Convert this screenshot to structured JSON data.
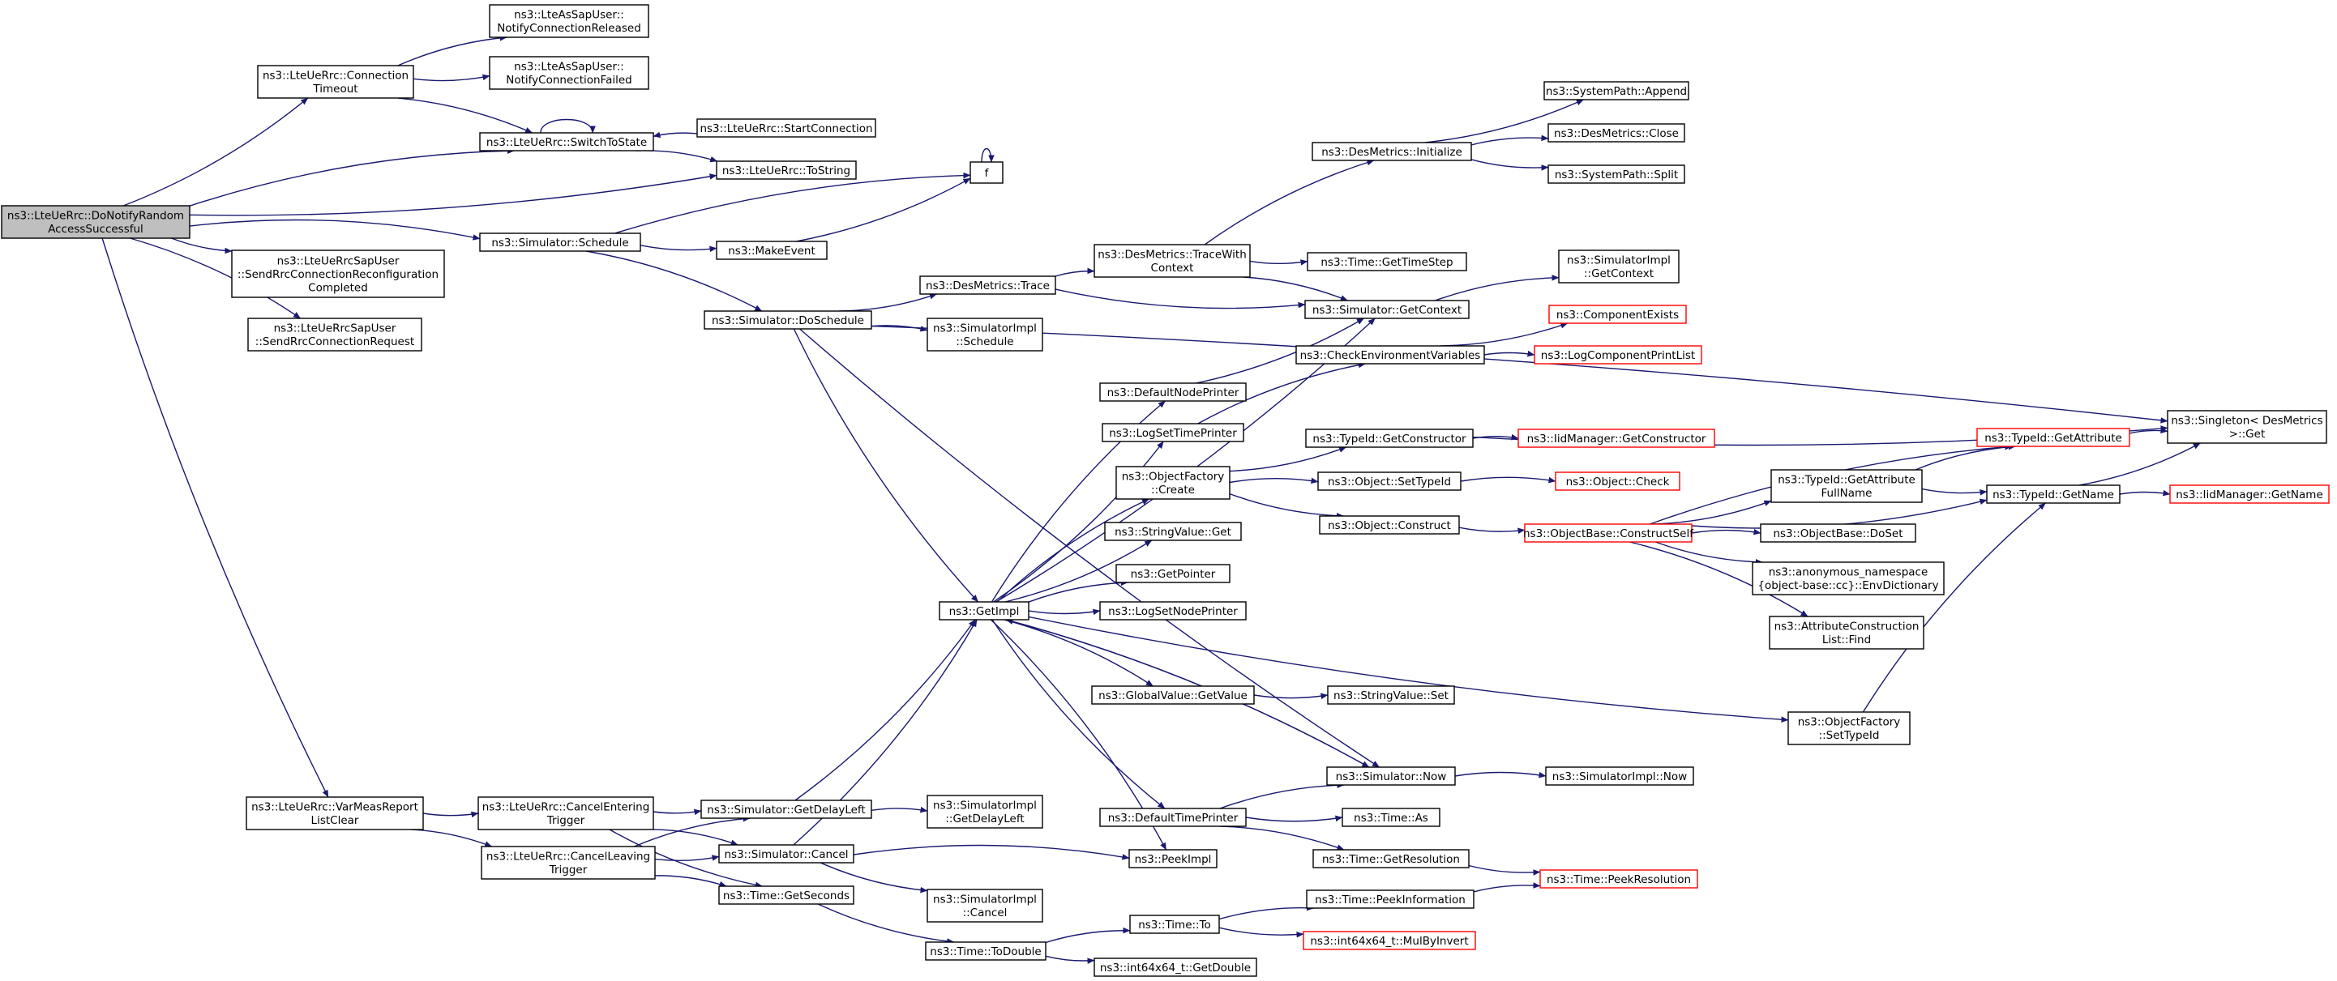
{
  "graph": {
    "colors": {
      "edge": "#191970",
      "root_fill": "#bfbfbf",
      "node_fill": "#ffffff",
      "node_border": "#000000",
      "incomplete_border": "#ff0000"
    },
    "nodes": [
      {
        "id": "root",
        "lines": [
          "ns3::LteUeRrc::DoNotifyRandom",
          "AccessSuccessful"
        ],
        "style": "root"
      },
      {
        "id": "conn_timeout",
        "lines": [
          "ns3::LteUeRrc::Connection",
          "Timeout"
        ]
      },
      {
        "id": "asap_released",
        "lines": [
          "ns3::LteAsSapUser::",
          "NotifyConnectionReleased"
        ]
      },
      {
        "id": "asap_failed",
        "lines": [
          "ns3::LteAsSapUser::",
          "NotifyConnectionFailed"
        ]
      },
      {
        "id": "switch_state",
        "lines": [
          "ns3::LteUeRrc::SwitchToState"
        ]
      },
      {
        "id": "start_conn",
        "lines": [
          "ns3::LteUeRrc::StartConnection"
        ]
      },
      {
        "id": "to_string",
        "lines": [
          "ns3::LteUeRrc::ToString"
        ]
      },
      {
        "id": "f",
        "lines": [
          "f"
        ]
      },
      {
        "id": "sim_schedule",
        "lines": [
          "ns3::Simulator::Schedule"
        ]
      },
      {
        "id": "make_event",
        "lines": [
          "ns3::MakeEvent"
        ]
      },
      {
        "id": "reconf_completed",
        "lines": [
          "ns3::LteUeRrcSapUser",
          "::SendRrcConnectionReconfiguration",
          "Completed"
        ]
      },
      {
        "id": "conn_request",
        "lines": [
          "ns3::LteUeRrcSapUser",
          "::SendRrcConnectionRequest"
        ]
      },
      {
        "id": "do_schedule",
        "lines": [
          "ns3::Simulator::DoSchedule"
        ]
      },
      {
        "id": "dm_trace",
        "lines": [
          "ns3::DesMetrics::Trace"
        ]
      },
      {
        "id": "simimpl_schedule",
        "lines": [
          "ns3::SimulatorImpl",
          "::Schedule"
        ]
      },
      {
        "id": "dm_tracewith",
        "lines": [
          "ns3::DesMetrics::TraceWith",
          "Context"
        ]
      },
      {
        "id": "dm_initialize",
        "lines": [
          "ns3::DesMetrics::Initialize"
        ]
      },
      {
        "id": "sp_append",
        "lines": [
          "ns3::SystemPath::Append"
        ]
      },
      {
        "id": "dm_close",
        "lines": [
          "ns3::DesMetrics::Close"
        ]
      },
      {
        "id": "sp_split",
        "lines": [
          "ns3::SystemPath::Split"
        ]
      },
      {
        "id": "time_gettimestep",
        "lines": [
          "ns3::Time::GetTimeStep"
        ]
      },
      {
        "id": "sim_getcontext",
        "lines": [
          "ns3::Simulator::GetContext"
        ]
      },
      {
        "id": "simimpl_getcontext",
        "lines": [
          "ns3::SimulatorImpl",
          "::GetContext"
        ]
      },
      {
        "id": "comp_exists",
        "lines": [
          "ns3::ComponentExists"
        ],
        "style": "red"
      },
      {
        "id": "check_env",
        "lines": [
          "ns3::CheckEnvironmentVariables"
        ]
      },
      {
        "id": "log_comp_print",
        "lines": [
          "ns3::LogComponentPrintList"
        ],
        "style": "red"
      },
      {
        "id": "default_node_printer",
        "lines": [
          "ns3::DefaultNodePrinter"
        ]
      },
      {
        "id": "log_set_time_printer",
        "lines": [
          "ns3::LogSetTimePrinter"
        ]
      },
      {
        "id": "typeid_getctor",
        "lines": [
          "ns3::TypeId::GetConstructor"
        ]
      },
      {
        "id": "iid_getctor",
        "lines": [
          "ns3::IidManager::GetConstructor"
        ],
        "style": "red"
      },
      {
        "id": "singleton_get",
        "lines": [
          "ns3::Singleton< DesMetrics",
          ">::Get"
        ]
      },
      {
        "id": "typeid_getattr",
        "lines": [
          "ns3::TypeId::GetAttribute"
        ],
        "style": "red"
      },
      {
        "id": "objfactory_create",
        "lines": [
          "ns3::ObjectFactory",
          "::Create"
        ]
      },
      {
        "id": "obj_settypeid",
        "lines": [
          "ns3::Object::SetTypeId"
        ]
      },
      {
        "id": "obj_check",
        "lines": [
          "ns3::Object::Check"
        ],
        "style": "red"
      },
      {
        "id": "typeid_getattrfull",
        "lines": [
          "ns3::TypeId::GetAttribute",
          "FullName"
        ]
      },
      {
        "id": "typeid_getname",
        "lines": [
          "ns3::TypeId::GetName"
        ]
      },
      {
        "id": "iid_getname",
        "lines": [
          "ns3::IidManager::GetName"
        ],
        "style": "red"
      },
      {
        "id": "obj_construct",
        "lines": [
          "ns3::Object::Construct"
        ]
      },
      {
        "id": "objbase_constructself",
        "lines": [
          "ns3::ObjectBase::ConstructSelf"
        ],
        "style": "red"
      },
      {
        "id": "objbase_doset",
        "lines": [
          "ns3::ObjectBase::DoSet"
        ]
      },
      {
        "id": "stringvalue_get",
        "lines": [
          "ns3::StringValue::Get"
        ]
      },
      {
        "id": "anon_envdict",
        "lines": [
          "ns3::anonymous_namespace",
          "{object-base::cc}::EnvDictionary"
        ]
      },
      {
        "id": "get_pointer",
        "lines": [
          "ns3::GetPointer"
        ]
      },
      {
        "id": "get_impl",
        "lines": [
          "ns3::GetImpl"
        ]
      },
      {
        "id": "log_set_node_printer",
        "lines": [
          "ns3::LogSetNodePrinter"
        ]
      },
      {
        "id": "attr_construction_find",
        "lines": [
          "ns3::AttributeConstruction",
          "List::Find"
        ]
      },
      {
        "id": "globalvalue_getvalue",
        "lines": [
          "ns3::GlobalValue::GetValue"
        ]
      },
      {
        "id": "stringvalue_set",
        "lines": [
          "ns3::StringValue::Set"
        ]
      },
      {
        "id": "objfactory_settypeid",
        "lines": [
          "ns3::ObjectFactory",
          "::SetTypeId"
        ]
      },
      {
        "id": "sim_now",
        "lines": [
          "ns3::Simulator::Now"
        ]
      },
      {
        "id": "simimpl_now",
        "lines": [
          "ns3::SimulatorImpl::Now"
        ]
      },
      {
        "id": "varmeas_clear",
        "lines": [
          "ns3::LteUeRrc::VarMeasReport",
          "ListClear"
        ]
      },
      {
        "id": "cancel_entering",
        "lines": [
          "ns3::LteUeRrc::CancelEntering",
          "Trigger"
        ]
      },
      {
        "id": "sim_getdelayleft",
        "lines": [
          "ns3::Simulator::GetDelayLeft"
        ]
      },
      {
        "id": "simimpl_getdelayleft",
        "lines": [
          "ns3::SimulatorImpl",
          "::GetDelayLeft"
        ]
      },
      {
        "id": "default_time_printer",
        "lines": [
          "ns3::DefaultTimePrinter"
        ]
      },
      {
        "id": "time_as",
        "lines": [
          "ns3::Time::As"
        ]
      },
      {
        "id": "cancel_leaving",
        "lines": [
          "ns3::LteUeRrc::CancelLeaving",
          "Trigger"
        ]
      },
      {
        "id": "sim_cancel",
        "lines": [
          "ns3::Simulator::Cancel"
        ]
      },
      {
        "id": "peek_impl",
        "lines": [
          "ns3::PeekImpl"
        ]
      },
      {
        "id": "time_getresolution",
        "lines": [
          "ns3::Time::GetResolution"
        ]
      },
      {
        "id": "time_peekresolution",
        "lines": [
          "ns3::Time::PeekResolution"
        ],
        "style": "red"
      },
      {
        "id": "time_getseconds",
        "lines": [
          "ns3::Time::GetSeconds"
        ]
      },
      {
        "id": "simimpl_cancel",
        "lines": [
          "ns3::SimulatorImpl",
          "::Cancel"
        ]
      },
      {
        "id": "time_peekinfo",
        "lines": [
          "ns3::Time::PeekInformation"
        ]
      },
      {
        "id": "time_to",
        "lines": [
          "ns3::Time::To"
        ]
      },
      {
        "id": "mulbyinvert",
        "lines": [
          "ns3::int64x64_t::MulByInvert"
        ],
        "style": "red"
      },
      {
        "id": "time_todouble",
        "lines": [
          "ns3::Time::ToDouble"
        ]
      },
      {
        "id": "int64_getdouble",
        "lines": [
          "ns3::int64x64_t::GetDouble"
        ]
      }
    ],
    "edges": [
      [
        "root",
        "conn_timeout"
      ],
      [
        "root",
        "switch_state"
      ],
      [
        "root",
        "to_string"
      ],
      [
        "root",
        "sim_schedule"
      ],
      [
        "root",
        "reconf_completed"
      ],
      [
        "root",
        "conn_request"
      ],
      [
        "root",
        "varmeas_clear"
      ],
      [
        "conn_timeout",
        "asap_released"
      ],
      [
        "conn_timeout",
        "asap_failed"
      ],
      [
        "conn_timeout",
        "switch_state"
      ],
      [
        "switch_state",
        "switch_state"
      ],
      [
        "switch_state",
        "to_string"
      ],
      [
        "start_conn",
        "switch_state"
      ],
      [
        "sim_schedule",
        "f"
      ],
      [
        "sim_schedule",
        "make_event"
      ],
      [
        "sim_schedule",
        "do_schedule"
      ],
      [
        "make_event",
        "f"
      ],
      [
        "f",
        "f"
      ],
      [
        "do_schedule",
        "dm_trace"
      ],
      [
        "do_schedule",
        "simimpl_schedule"
      ],
      [
        "do_schedule",
        "get_impl"
      ],
      [
        "do_schedule",
        "singleton_get"
      ],
      [
        "do_schedule",
        "sim_now"
      ],
      [
        "dm_trace",
        "dm_tracewith"
      ],
      [
        "dm_trace",
        "sim_getcontext"
      ],
      [
        "dm_tracewith",
        "dm_initialize"
      ],
      [
        "dm_tracewith",
        "time_gettimestep"
      ],
      [
        "dm_tracewith",
        "sim_getcontext"
      ],
      [
        "dm_initialize",
        "sp_append"
      ],
      [
        "dm_initialize",
        "dm_close"
      ],
      [
        "dm_initialize",
        "sp_split"
      ],
      [
        "sim_getcontext",
        "simimpl_getcontext"
      ],
      [
        "check_env",
        "comp_exists"
      ],
      [
        "check_env",
        "log_comp_print"
      ],
      [
        "default_node_printer",
        "sim_getcontext"
      ],
      [
        "log_set_time_printer",
        "check_env"
      ],
      [
        "get_impl",
        "sim_getcontext"
      ],
      [
        "get_impl",
        "default_node_printer"
      ],
      [
        "get_impl",
        "log_set_time_printer"
      ],
      [
        "get_impl",
        "objfactory_create"
      ],
      [
        "get_impl",
        "stringvalue_get"
      ],
      [
        "get_impl",
        "get_pointer"
      ],
      [
        "get_impl",
        "log_set_node_printer"
      ],
      [
        "get_impl",
        "globalvalue_getvalue"
      ],
      [
        "get_impl",
        "objfactory_settypeid"
      ],
      [
        "get_impl",
        "sim_now"
      ],
      [
        "get_impl",
        "default_time_printer"
      ],
      [
        "get_impl",
        "peek_impl"
      ],
      [
        "objfactory_create",
        "typeid_getctor"
      ],
      [
        "objfactory_create",
        "obj_settypeid"
      ],
      [
        "objfactory_create",
        "obj_construct"
      ],
      [
        "typeid_getctor",
        "iid_getctor"
      ],
      [
        "typeid_getctor",
        "singleton_get"
      ],
      [
        "obj_settypeid",
        "obj_check"
      ],
      [
        "obj_construct",
        "objbase_constructself"
      ],
      [
        "objbase_constructself",
        "typeid_getattr"
      ],
      [
        "objbase_constructself",
        "typeid_getattrfull"
      ],
      [
        "objbase_constructself",
        "objbase_doset"
      ],
      [
        "objbase_constructself",
        "anon_envdict"
      ],
      [
        "objbase_constructself",
        "attr_construction_find"
      ],
      [
        "objbase_constructself",
        "typeid_getname"
      ],
      [
        "typeid_getattrfull",
        "typeid_getattr"
      ],
      [
        "typeid_getattrfull",
        "typeid_getname"
      ],
      [
        "typeid_getattr",
        "singleton_get"
      ],
      [
        "typeid_getname",
        "singleton_get"
      ],
      [
        "typeid_getname",
        "iid_getname"
      ],
      [
        "globalvalue_getvalue",
        "stringvalue_set"
      ],
      [
        "objfactory_settypeid",
        "typeid_getname"
      ],
      [
        "sim_now",
        "get_impl"
      ],
      [
        "sim_now",
        "simimpl_now"
      ],
      [
        "varmeas_clear",
        "cancel_entering"
      ],
      [
        "varmeas_clear",
        "cancel_leaving"
      ],
      [
        "cancel_entering",
        "sim_getdelayleft"
      ],
      [
        "cancel_entering",
        "sim_cancel"
      ],
      [
        "cancel_entering",
        "time_getseconds"
      ],
      [
        "cancel_leaving",
        "sim_getdelayleft"
      ],
      [
        "cancel_leaving",
        "sim_cancel"
      ],
      [
        "cancel_leaving",
        "time_getseconds"
      ],
      [
        "sim_getdelayleft",
        "get_impl"
      ],
      [
        "sim_getdelayleft",
        "simimpl_getdelayleft"
      ],
      [
        "sim_cancel",
        "get_impl"
      ],
      [
        "sim_cancel",
        "peek_impl"
      ],
      [
        "sim_cancel",
        "simimpl_cancel"
      ],
      [
        "default_time_printer",
        "sim_now"
      ],
      [
        "default_time_printer",
        "time_as"
      ],
      [
        "default_time_printer",
        "time_getresolution"
      ],
      [
        "time_getresolution",
        "time_peekresolution"
      ],
      [
        "time_peekinfo",
        "time_peekresolution"
      ],
      [
        "time_getseconds",
        "time_todouble"
      ],
      [
        "time_todouble",
        "time_to"
      ],
      [
        "time_todouble",
        "int64_getdouble"
      ],
      [
        "time_to",
        "time_peekinfo"
      ],
      [
        "time_to",
        "mulbyinvert"
      ]
    ]
  }
}
